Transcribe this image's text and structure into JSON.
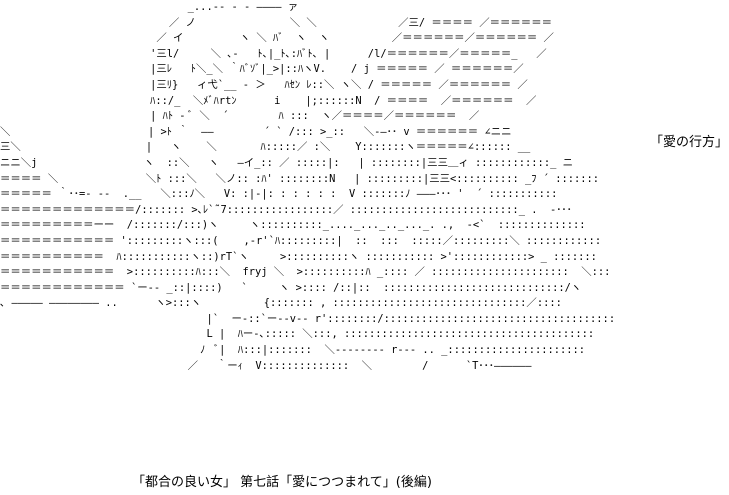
{
  "title": "「愛の行方」",
  "caption": "「都合の良い女」 第七話「愛につつまれて」(後編)",
  "art_lines": [
    "                              _...-‐ ‐ ‐ ―――― ァ",
    "                           ／ ノ               ＼ ＼             ／三/ ＝＝＝＝ ／＝＝＝＝＝＝",
    "                         ／ イ         ヽ ＼ ﾊﾞ  ヽ  ヽ          ／＝＝＝＝＝＝／＝＝＝＝＝＝ ／",
    "                        '三l/     ＼ ､-   ﾄ､|_ﾄ､:ﾊﾞﾄ､ |      /l/＝＝＝＝＝＝／＝＝＝＝＝_   ／",
    "                        |三ﾚ   ﾄ＼_＼ ｀ﾊﾞｿﾞ|_>|::ﾊヽV.    / j ＝＝＝＝＝ ／ ＝＝＝＝＝＝／",
    "                        |三ﾘ}   ィ弋`__ - ＞   ﾊｾﾝ ﾚ::＼ ヽ＼ / ＝＝＝＝＝ ／＝＝＝＝＝＝ ／",
    "                        ﾊ::/_  ＼ﾒﾞﾊrtﾝ      i    |;::::::N  / ＝＝＝＝  ／＝＝＝＝＝＝  ／",
    "                        | ﾊﾄ - ﾞ ＼  ´        ﾊ :::  ヽ／＝＝＝＝／＝＝＝＝＝＝  ／",
    "＼                      | >ﾄ ｀  ――        ´ ` /::: >_::   ＼-―･･ v ＝＝＝＝＝＝ ∠ニニ",
    "三＼                    |   ヽ    ＼       ﾊ:::::／ :＼    Y:::::::ヽ＝＝＝＝＝∠:::::: __",
    "ニニ＼j                 ヽ  ::＼   ヽ   ―イ_:: ／ :::::|:   | ::::::::|三三＿ィ ::::::::::::_ ニ",
    "＝＝＝＝ ＼              ＼ﾄ :::＼   ＼ノ:: :ﾊ' ::::::::N   | :::::::::|三三<:::::::::: _ﾌ ´ :::::::",
    "＝＝＝＝＝ ｀･･=- --  .__   ＼:::ﾉ＼   V: :|-|: : : : : :  V :::::::ﾉ ―――･･･ '  ´ :::::::::::",
    "＝＝＝＝＝＝＝＝＝＝＝＝＝/::::::: >､ﾚ`˜7:::::::::::::::::／ :::::::::::::::::::::::::::_ .  -･･･",
    "＝＝＝＝＝＝＝＝＝ーー  /:::::::/:::)ヽ     ヽ::::::::::_...._..._.._..._. .,  -<`  ::::::::::::::",
    "＝＝＝＝＝＝＝＝＝＝＝ ':::::::::ヽ:::(    ,-r'`ﾊ:::::::::|  ::  :::  :::::／:::::::::＼ ::::::::::::",
    "＝＝＝＝＝＝＝＝＝＝  ﾊ:::::::::::ヽ::)rT`ヽ     >::::::::::ヽ ::::::::::: >'::::::::::::> _ :::::::",
    "＝＝＝＝＝＝＝＝＝＝＝  >::::::::::ﾊ:::＼  fryj ＼  >::::::::::ﾊ _:::: ／ ::::::::::::::::::::::  ＼:::",
    "＝＝＝＝＝＝＝＝＝＝＝＝ `ー-- _::|::::)   `     ヽ >:::: /::|::  :::::::::::::::::::::::::::::/ヽ",
    "､ ――――― ―――――――― ..      ヽ>:::ヽ          {::::::: , :::::::::::::::::::::::::::::::／::::",
    "                                 |`  ー-::`ー--v-- r'::::::::/:::::::::::::::::::::::::::::::::::::",
    "                                 L |  ﾊー-､::::: ＼:::, ::::::::::::::::::::::::::::::::::::::::",
    "                                ﾉ  ﾞ|  ﾊ:::|:::::::  ＼-------- r--- .. _::::::::::::::::::::::",
    "                              ／   ｀ーｨ  V::::::::::::::  ＼        /      `T･･･――――――"
  ]
}
